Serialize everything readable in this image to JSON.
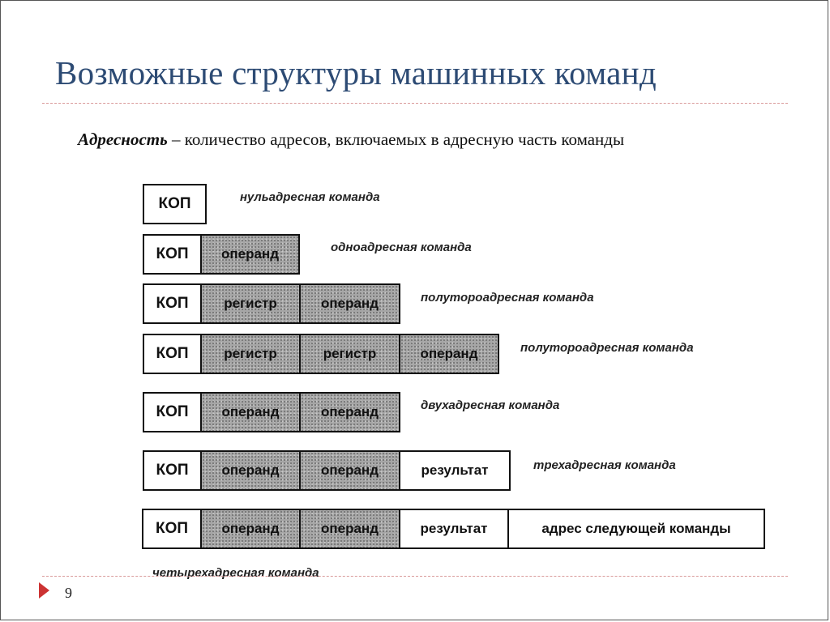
{
  "slide": {
    "title": "Возможные структуры машинных команд",
    "definition": {
      "term": "Адресность",
      "text": " – количество адресов, включаемых в адресную часть команды"
    },
    "page_number": "9"
  },
  "rows": [
    {
      "label": "нульадресная команда",
      "cells": [
        "КОП"
      ]
    },
    {
      "label": "одноадресная команда",
      "cells": [
        "КОП",
        "операнд"
      ]
    },
    {
      "label": "полутороадресная команда",
      "cells": [
        "КОП",
        "регистр",
        "операнд"
      ]
    },
    {
      "label": "полутороадресная команда",
      "cells": [
        "КОП",
        "регистр",
        "регистр",
        "операнд"
      ]
    },
    {
      "label": "двухадресная команда",
      "cells": [
        "КОП",
        "операнд",
        "операнд"
      ]
    },
    {
      "label": "трехадресная команда",
      "cells": [
        "КОП",
        "операнд",
        "операнд",
        "результат"
      ]
    },
    {
      "label": "четырехадресная команда",
      "cells": [
        "КОП",
        "операнд",
        "операнд",
        "результат",
        "адрес следующей команды"
      ]
    }
  ]
}
